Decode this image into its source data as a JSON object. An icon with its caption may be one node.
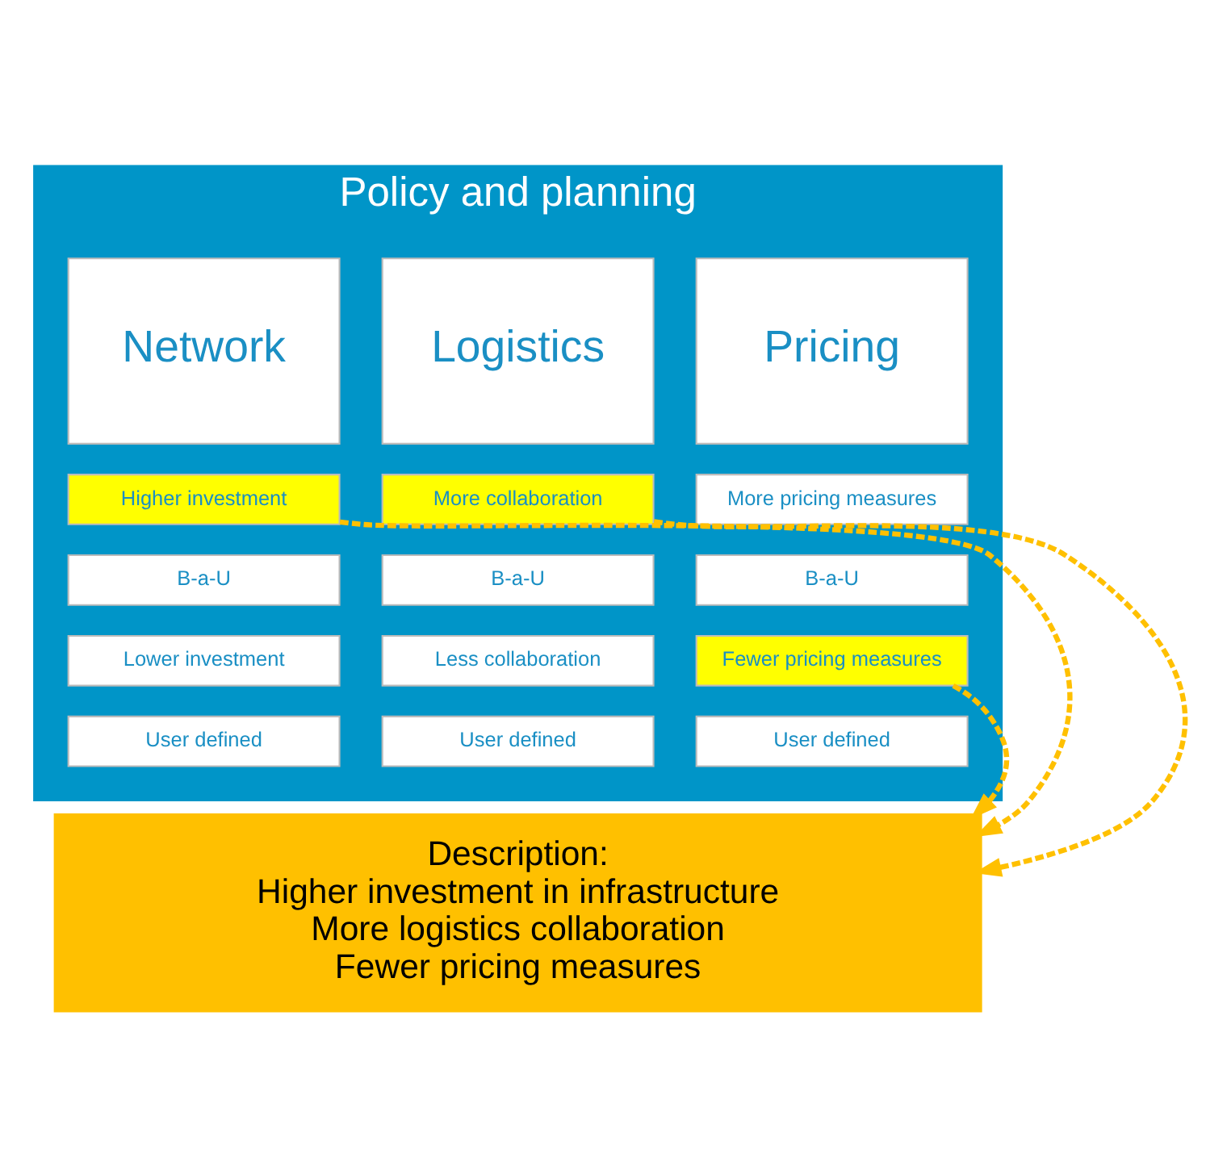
{
  "diagram": {
    "nodes": [
      {
        "text": [
          "Policy and planning"
        ]
      },
      {
        "text": [
          "Network"
        ],
        "in": 0
      },
      {
        "text": [
          "Logistics"
        ],
        "in": 0
      },
      {
        "text": [
          "Pricing"
        ],
        "in": 0
      },
      {
        "text": [
          "Higher investment"
        ],
        "in": 0
      },
      {
        "text": [
          "More collaboration"
        ],
        "in": 0
      },
      {
        "text": [
          "More pricing measures"
        ],
        "in": 0
      },
      {
        "text": [
          "B-a-U"
        ],
        "in": 0
      },
      {
        "text": [
          "B-a-U"
        ],
        "in": 0
      },
      {
        "text": [
          "B-a-U"
        ],
        "in": 0
      },
      {
        "text": [
          "Lower investment"
        ],
        "in": 0
      },
      {
        "text": [
          "Less collaboration"
        ],
        "in": 0
      },
      {
        "text": [
          "Fewer pricing measures"
        ],
        "in": 0
      },
      {
        "text": [
          "User defined"
        ],
        "in": 0
      },
      {
        "text": [
          "User defined"
        ],
        "in": 0
      },
      {
        "text": [
          "User defined"
        ],
        "in": 0
      },
      {
        "text": [
          "Description:",
          "Higher investment in infrastructure",
          "More logistics collaboration",
          "Fewer pricing measures"
        ]
      }
    ],
    "edges": [
      {
        "from": 4,
        "to": 16,
        "arrow": "to",
        "style": "dashed"
      },
      {
        "from": 5,
        "to": 16,
        "arrow": "to",
        "style": "dashed"
      },
      {
        "from": 12,
        "to": 16,
        "arrow": "to",
        "style": "dashed"
      }
    ]
  }
}
